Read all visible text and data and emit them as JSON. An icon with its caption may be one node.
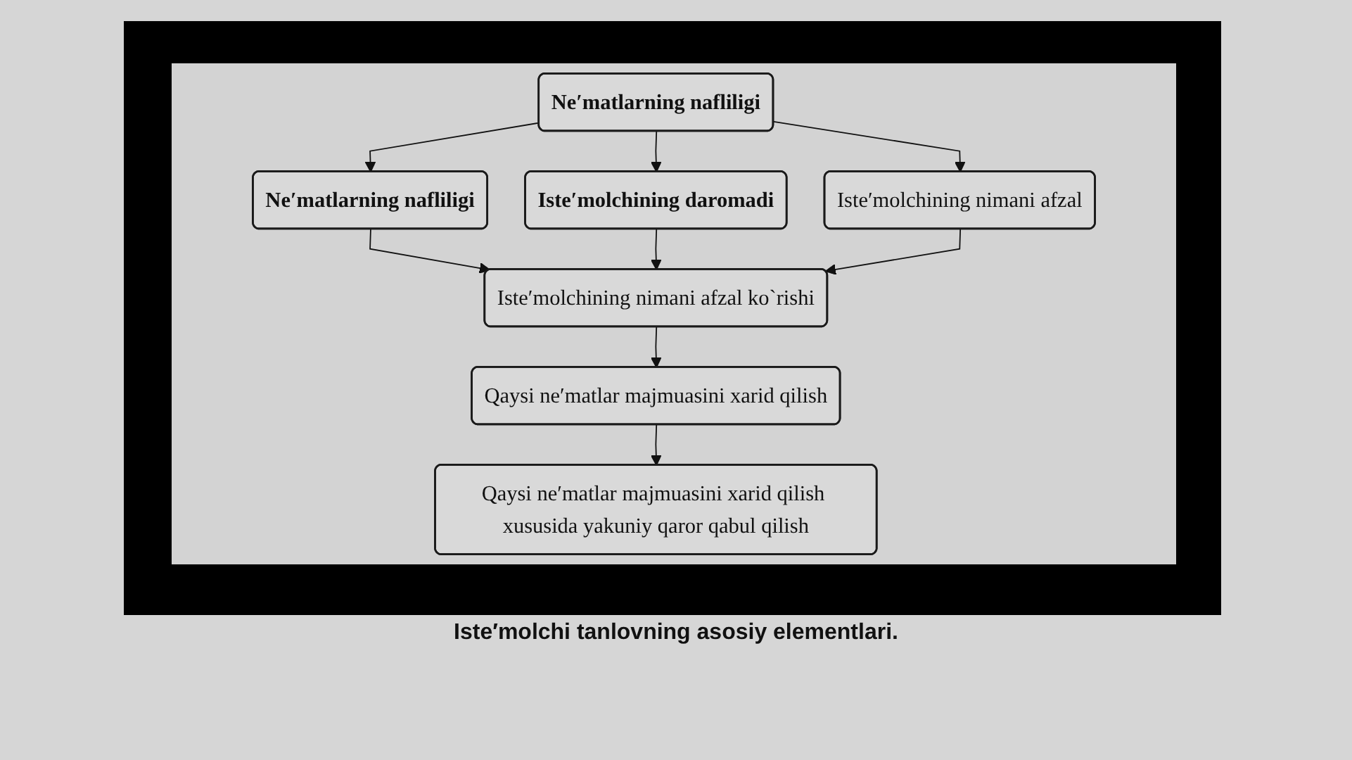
{
  "diagram": {
    "caption": "Iste′molchi tanlovning asosiy elementlari.",
    "nodes": [
      {
        "text": [
          "Ne′matlarning nafliligi"
        ]
      },
      {
        "text": [
          "Ne′matlarning nafliligi"
        ]
      },
      {
        "text": [
          "Iste′molchining daromadi"
        ]
      },
      {
        "text": [
          "Iste′molchining nimani afzal"
        ]
      },
      {
        "text": [
          "Iste′molchining nimani afzal ko`rishi"
        ]
      },
      {
        "text": [
          "Qaysi ne′matlar majmuasini xarid qilish"
        ]
      },
      {
        "text": [
          "Qaysi ne′matlar majmuasini xarid qilish xususida yakuniy qaror qabul qilish"
        ]
      }
    ],
    "edges": [
      {
        "from": 0,
        "to": 1,
        "arrow": "to"
      },
      {
        "from": 0,
        "to": 2,
        "arrow": "to"
      },
      {
        "from": 0,
        "to": 3,
        "arrow": "to"
      },
      {
        "from": 1,
        "to": 4,
        "arrow": "to"
      },
      {
        "from": 2,
        "to": 4,
        "arrow": "to"
      },
      {
        "from": 3,
        "to": 4,
        "arrow": "to"
      },
      {
        "from": 4,
        "to": 5,
        "arrow": "to"
      },
      {
        "from": 5,
        "to": 6,
        "arrow": "to"
      }
    ]
  }
}
